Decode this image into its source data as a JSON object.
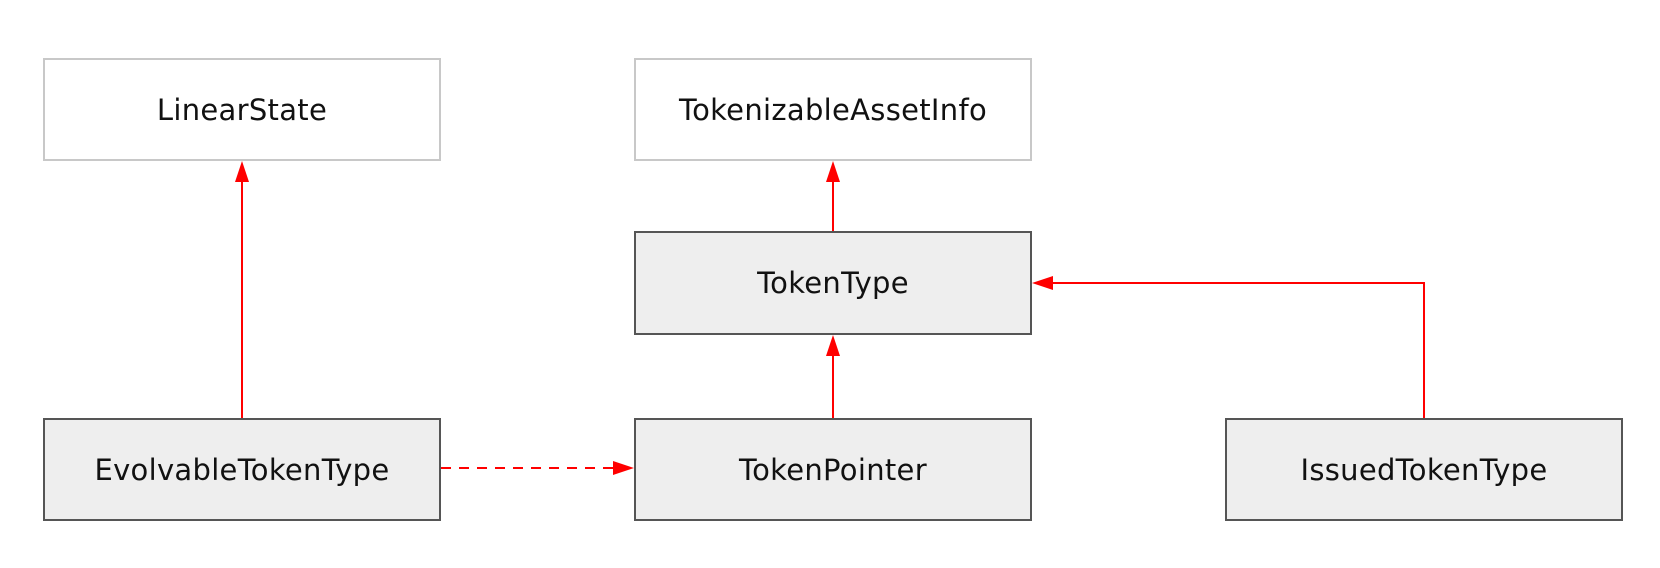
{
  "diagram": {
    "edge_color": "#ff0000",
    "nodes": {
      "linear_state": "LinearState",
      "tokenizable_asset_info": "TokenizableAssetInfo",
      "token_type": "TokenType",
      "evolvable_token_type": "EvolvableTokenType",
      "token_pointer": "TokenPointer",
      "issued_token_type": "IssuedTokenType"
    },
    "edges": [
      {
        "from": "EvolvableTokenType",
        "to": "LinearState",
        "style": "solid"
      },
      {
        "from": "TokenType",
        "to": "TokenizableAssetInfo",
        "style": "solid"
      },
      {
        "from": "TokenPointer",
        "to": "TokenType",
        "style": "solid"
      },
      {
        "from": "IssuedTokenType",
        "to": "TokenType",
        "style": "solid"
      },
      {
        "from": "EvolvableTokenType",
        "to": "TokenPointer",
        "style": "dashed"
      }
    ]
  }
}
